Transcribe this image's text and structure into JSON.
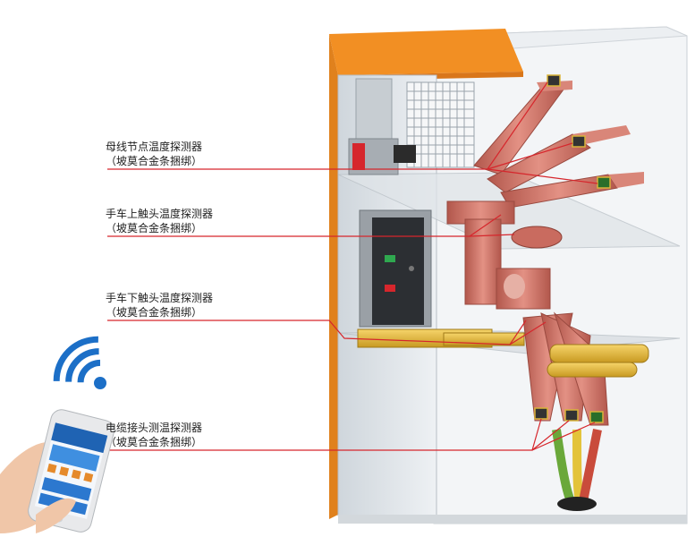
{
  "brand": {
    "panel_text": "",
    "colors": {
      "frame": "#f08a1c",
      "copper": "#c96b5f",
      "busbar": "#d47d72",
      "line": "#d6262c",
      "glass": "#e9eef2"
    }
  },
  "sensors": [
    {
      "line1": "母线节点温度探测器",
      "line2": "（坡莫合金条捆绑）"
    },
    {
      "line1": "手车上触头温度探测器",
      "line2": "（坡莫合金条捆绑）"
    },
    {
      "line1": "手车下触头温度探测器",
      "line2": "（坡莫合金条捆绑）"
    },
    {
      "line1": "电缆接头测温探测器",
      "line2": "（坡莫合金条捆绑）"
    }
  ],
  "icons": {
    "wifi": "wifi-icon",
    "phone": "smartphone-icon"
  }
}
